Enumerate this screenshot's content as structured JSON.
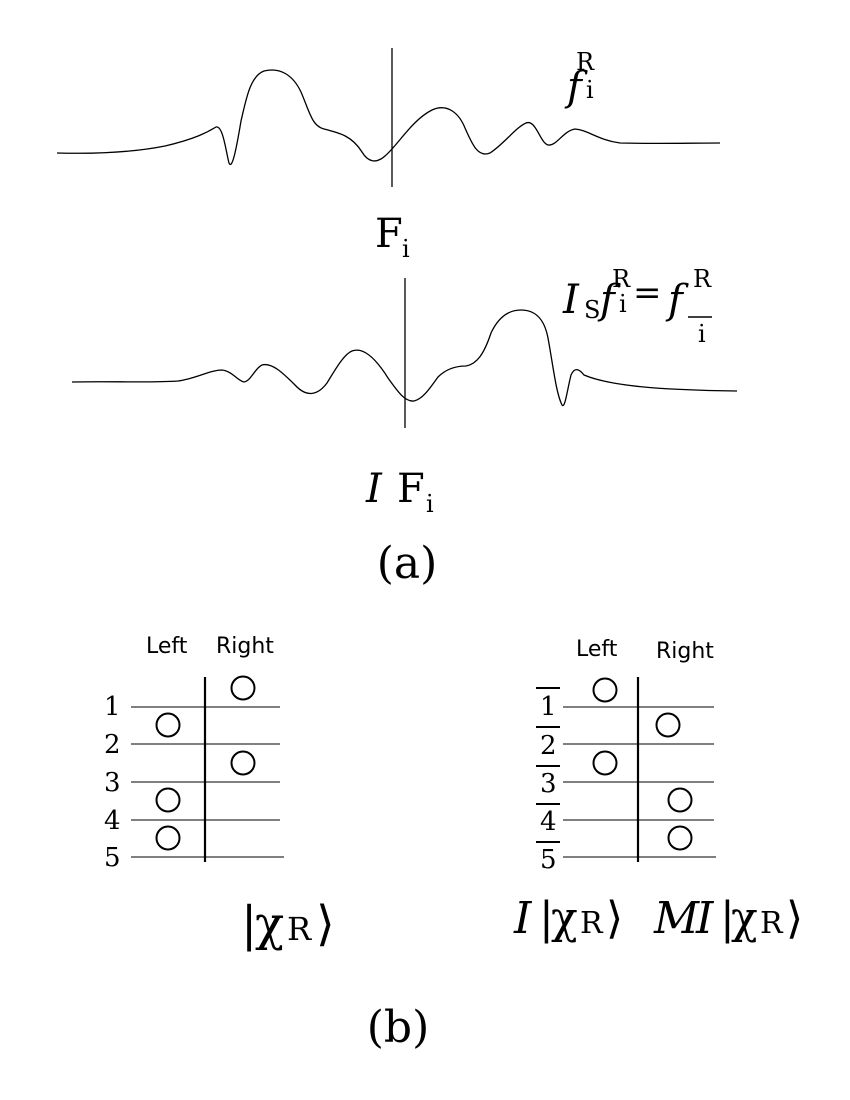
{
  "panel_a": {
    "top_function": "f",
    "top_sub": "i",
    "top_sup": "R",
    "F_base": "F",
    "F_sub": "i",
    "eq_I": "I",
    "eq_S": "S",
    "eq_f": "f",
    "eq_i": "i",
    "eq_R": "R",
    "eq_equals": "=",
    "eq_f2": "f",
    "eq_R2": "R",
    "eq_i2": "i",
    "IF_I": "I",
    "IF_F": "F",
    "IF_sub": "i",
    "caption": "(a)"
  },
  "panel_b": {
    "left_diagram": {
      "header_left": "Left",
      "header_right": "Right",
      "levels": [
        "1",
        "2",
        "3",
        "4",
        "5"
      ],
      "label_bar_open": "|",
      "label_chi": "χ",
      "label_R": "R",
      "label_close": "⟩"
    },
    "right_diagram": {
      "header_left": "Left",
      "header_right": "Right",
      "levels": [
        "1",
        "2",
        "3",
        "4",
        "5"
      ],
      "label1_I": "I",
      "label1_bar": "|",
      "label1_chi": "χ",
      "label1_R": "R",
      "label1_close": "⟩",
      "label2_M": "M",
      "label2_I": "I",
      "label2_bar": "|",
      "label2_chi": "χ",
      "label2_R": "R",
      "label2_close": "⟩"
    },
    "caption": "(b)"
  }
}
